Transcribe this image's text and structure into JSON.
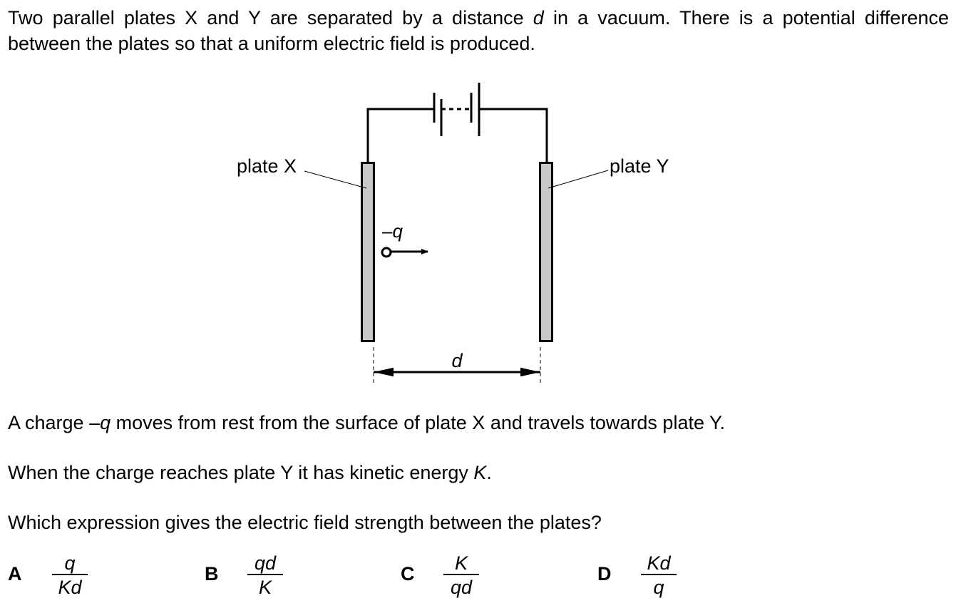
{
  "question": {
    "intro": {
      "part1": "Two parallel plates X and Y are separated by a distance ",
      "d": "d",
      "part2": " in a vacuum. There is a potential difference between the plates so that a uniform electric field is produced."
    },
    "line1": {
      "pre": "A charge –",
      "q": "q",
      "post": " moves from rest from the surface of plate X and travels towards plate Y."
    },
    "line2": {
      "pre": "When the charge reaches plate Y it has kinetic energy ",
      "k": "K",
      "post": "."
    },
    "line3": "Which expression gives the electric field strength between the plates?"
  },
  "diagram": {
    "plate_x_label": "plate X",
    "plate_y_label": "plate Y",
    "charge_label": "–q",
    "distance_label": "d",
    "colors": {
      "plate_fill": "#c8c8c8",
      "line": "#000000"
    }
  },
  "options": [
    {
      "letter": "A",
      "num": "q",
      "den": "Kd"
    },
    {
      "letter": "B",
      "num": "qd",
      "den": "K"
    },
    {
      "letter": "C",
      "num": "K",
      "den": "qd"
    },
    {
      "letter": "D",
      "num": "Kd",
      "den": "q"
    }
  ]
}
